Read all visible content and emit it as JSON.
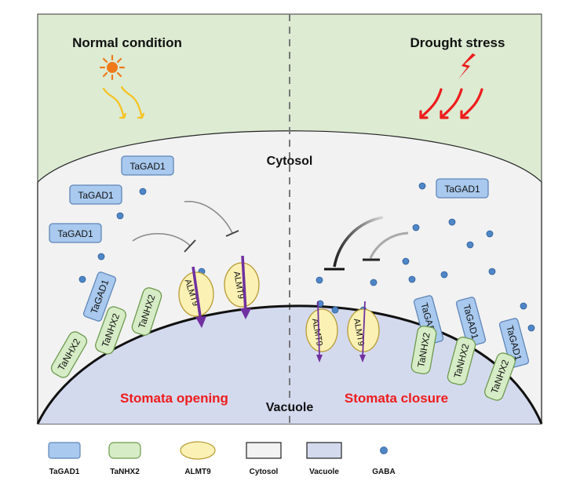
{
  "header": {
    "left_title": "Normal condition",
    "right_title": "Drought stress"
  },
  "compartments": {
    "cytosol": "Cytosol",
    "vacuole": "Vacuole"
  },
  "outcomes": {
    "left": "Stomata opening",
    "right": "Stomata closure"
  },
  "labels": {
    "gad": "TaGAD1",
    "nhx": "TaNHX2",
    "almt": "ALMT9"
  },
  "legend": [
    {
      "label": "TaGAD1",
      "swatch": "gad"
    },
    {
      "label": "TaNHX2",
      "swatch": "nhx"
    },
    {
      "label": "ALMT9",
      "swatch": "almt"
    },
    {
      "label": "Cytosol",
      "swatch": "cytosol"
    },
    {
      "label": "Vacuole",
      "swatch": "vacuole"
    },
    {
      "label": "GABA",
      "swatch": "gaba"
    }
  ],
  "colors": {
    "background_green": "#dcebd2",
    "cytosol": "#f2f2f2",
    "vacuole": "#d4daee",
    "gad_fill": "#a9c9ee",
    "gad_stroke": "#5f86b8",
    "nhx_fill": "#d6ecc6",
    "nhx_stroke": "#6c9a4e",
    "almt_fill": "#fbf1b4",
    "almt_stroke": "#b89a34",
    "gaba": "#4f86c7",
    "arrow_purple": "#7030a0",
    "alert_red": "#ee1c1c",
    "sun_orange": "#f07a1a",
    "ray_yellow": "#f6c21c"
  },
  "icons": [
    "sun-icon",
    "lightning-icon"
  ]
}
